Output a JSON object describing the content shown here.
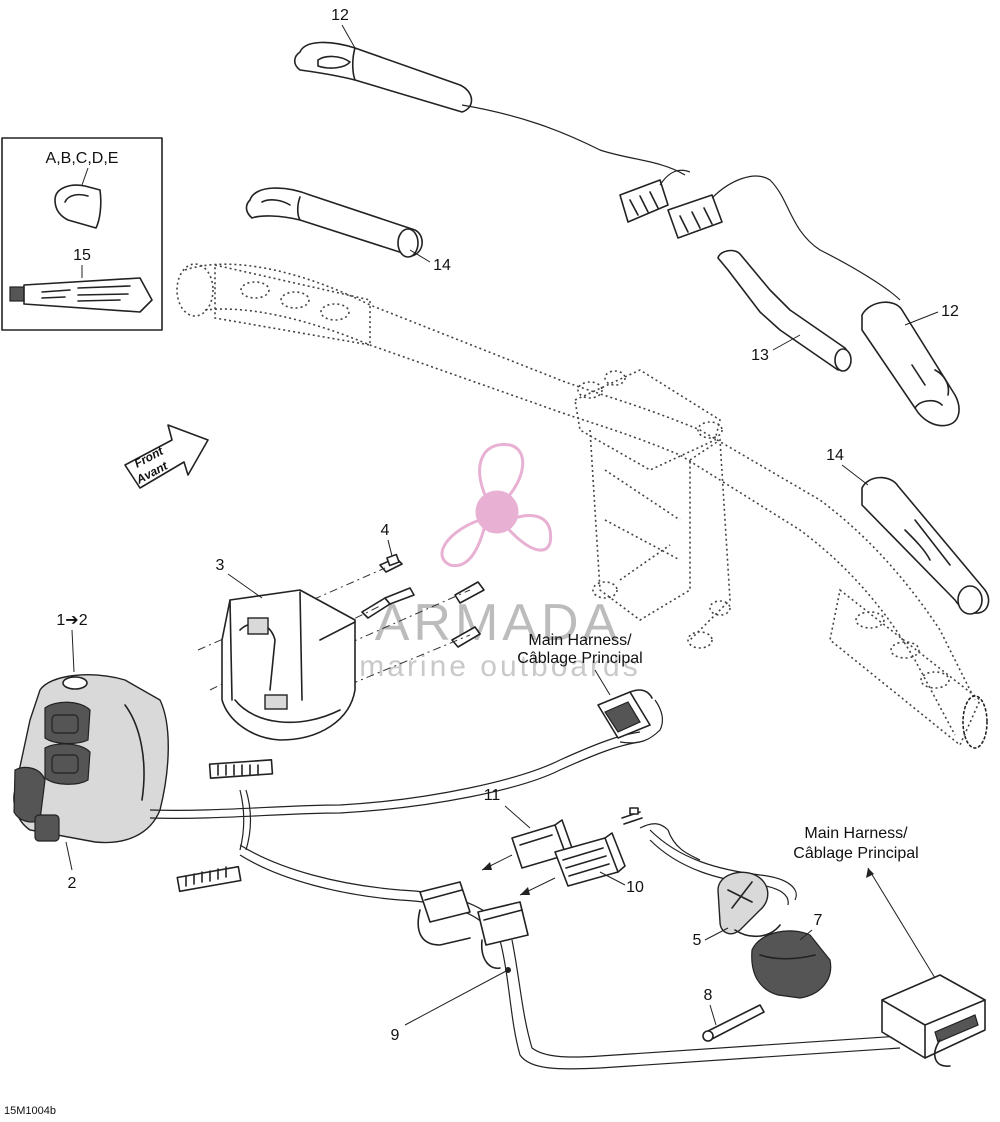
{
  "labels": {
    "p12_top": "12",
    "p12_right": "12",
    "p14_top": "14",
    "p14_right": "14",
    "p13": "13",
    "p4": "4",
    "p3": "3",
    "p1_2": "1➔2",
    "p2": "2",
    "p11": "11",
    "p10": "10",
    "p5": "5",
    "p7": "7",
    "p8": "8",
    "p9": "9",
    "p15": "15"
  },
  "kit_box": {
    "kit_label": "A,B,C,D,E"
  },
  "harness_notes": {
    "upper_line1": "Main Harness/",
    "upper_line2": "Câblage Principal",
    "lower_line1": "Main Harness/",
    "lower_line2": "Câblage Principal"
  },
  "front_arrow": {
    "line1": "Front",
    "line2": "Avant"
  },
  "watermark": {
    "brand": "ARMADA",
    "tagline": "marine outboards",
    "color": "#e6a9cf"
  },
  "figure_code": "15M1004b"
}
